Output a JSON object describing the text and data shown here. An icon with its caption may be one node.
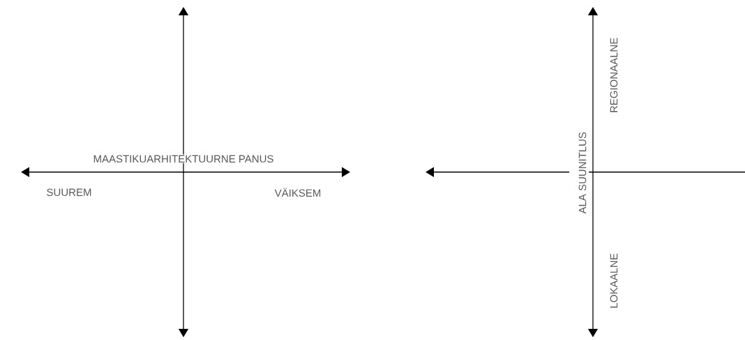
{
  "diagram": {
    "labels": [
      "MAASTIKUARHITEKTUURNE PANUS",
      "SUUREM",
      "VÄIKSEM",
      "REGIONAALNE",
      "ALA SUUNITLUS",
      "LOKAALNE"
    ]
  }
}
